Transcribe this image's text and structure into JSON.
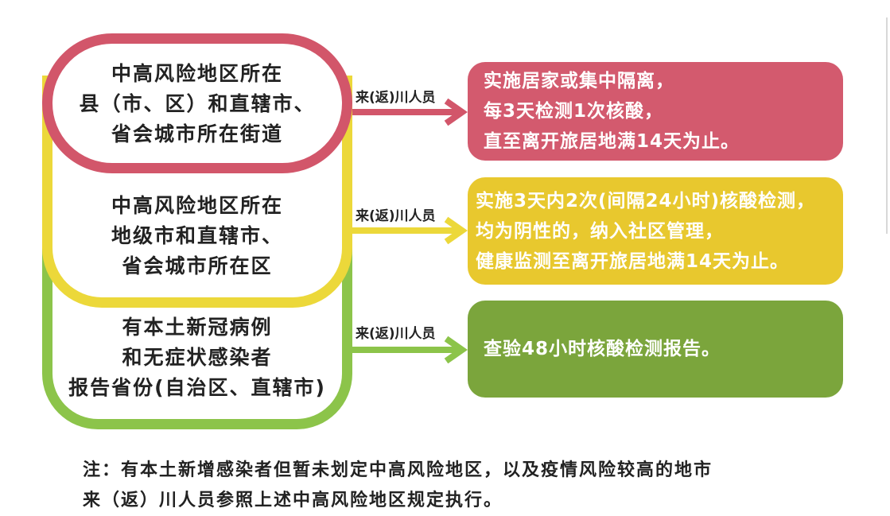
{
  "rows": [
    {
      "category": [
        "中高风险地区所在",
        "县（市、区）和直辖市、",
        "省会城市所在街道"
      ],
      "arrow_label": "来(返)川人员",
      "measure": [
        "实施居家或集中隔离，",
        "每3天检测1次核酸，",
        "直至离开旅居地满14天为止。"
      ],
      "color": "#d2566a"
    },
    {
      "category": [
        "中高风险地区所在",
        "地级市和直辖市、",
        "省会城市所在区"
      ],
      "arrow_label": "来(返)川人员",
      "measure": [
        "实施3天内2次(间隔24小时)核酸检测，",
        "均为阴性的，纳入社区管理，",
        "健康监测至离开旅居地满14天为止。"
      ],
      "color": "#e8c82e"
    },
    {
      "category": [
        "有本土新冠病例",
        "和无症状感染者",
        "报告省份(自治区、直辖市)"
      ],
      "arrow_label": "来(返)川人员",
      "measure": [
        "查验48小时核酸检测报告。"
      ],
      "color": "#7ba53c"
    }
  ],
  "note": [
    "注：有本土新增感染者但暂未划定中高风险地区，以及疫情风险较高的地市",
    "来（返）川人员参照上述中高风险地区规定执行。"
  ]
}
